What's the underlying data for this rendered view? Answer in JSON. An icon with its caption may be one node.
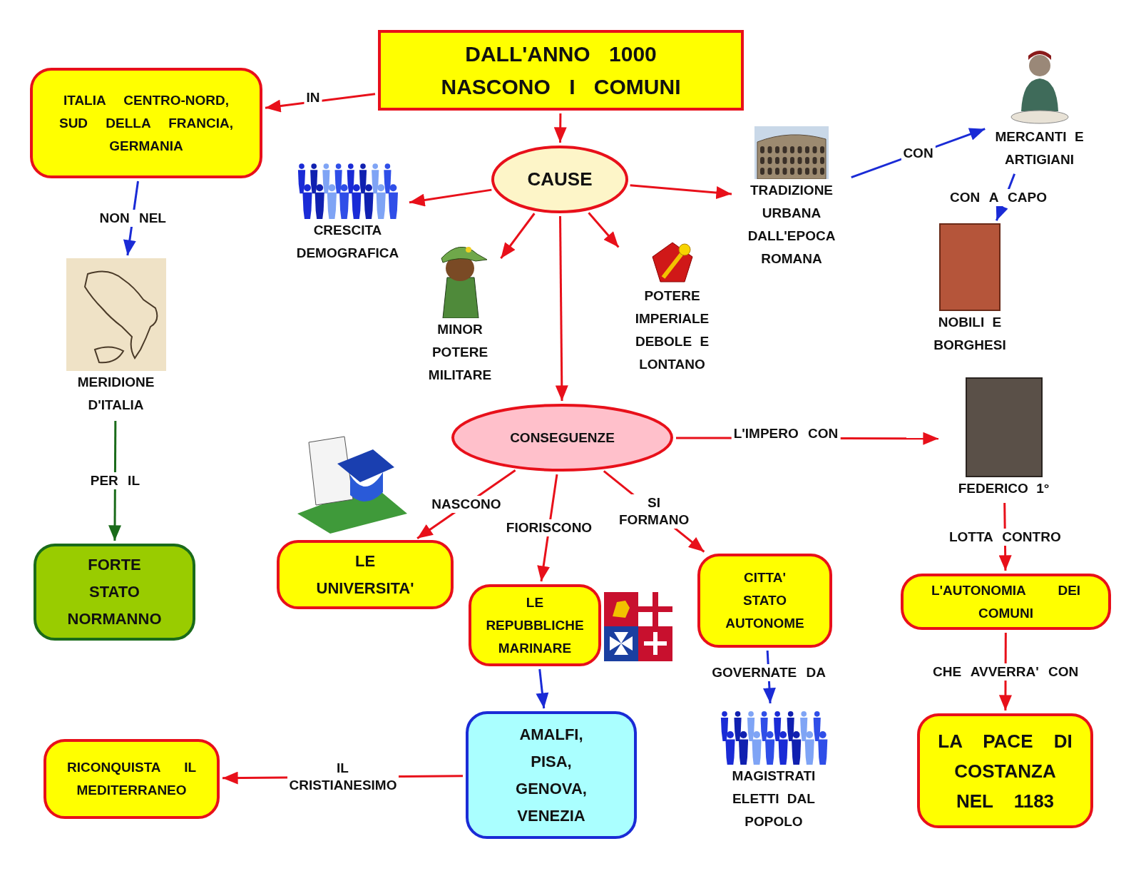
{
  "diagram": {
    "nodes": [
      {
        "text": [
          "DALL'ANNO 1000 NASCONO I COMUNI"
        ]
      },
      {
        "text": [
          "ITALIA CENTRO-NORD, SUD DELLA FRANCIA, GERMANIA"
        ]
      },
      {
        "text": [
          "CAUSE"
        ]
      },
      {
        "text": [
          "CRESCITA DEMOGRAFICA"
        ]
      },
      {
        "text": [
          "MINOR POTERE MILITARE"
        ]
      },
      {
        "text": [
          "POTERE IMPERIALE DEBOLE E LONTANO"
        ]
      },
      {
        "text": [
          "TRADIZIONE URBANA DALL'EPOCA ROMANA"
        ]
      },
      {
        "text": [
          "MERCANTI E ARTIGIANI"
        ]
      },
      {
        "text": [
          "NOBILI E BORGHESI"
        ]
      },
      {
        "text": [
          "CONSEGUENZE"
        ]
      },
      {
        "text": [
          "FEDERICO 1°"
        ]
      },
      {
        "text": [
          "L'AUTONOMIA DEI COMUNI"
        ]
      },
      {
        "text": [
          "LA PACE DI COSTANZA NEL 1183"
        ]
      },
      {
        "text": [
          "LE UNIVERSITA'"
        ]
      },
      {
        "text": [
          "LE REPUBBLICHE MARINARE"
        ]
      },
      {
        "text": [
          "CITTA' STATO AUTONOME"
        ]
      },
      {
        "text": [
          "MAGISTRATI ELETTI DAL POPOLO"
        ]
      },
      {
        "text": [
          "AMALFI, PISA, GENOVA, VENEZIA"
        ]
      },
      {
        "text": [
          "RICONQUISTA IL MEDITERRANEO"
        ]
      },
      {
        "text": [
          "MERIDIONE D'ITALIA"
        ]
      },
      {
        "text": [
          "FORTE STATO NORMANNO"
        ]
      }
    ],
    "edges": [
      {
        "from": 0,
        "to": 1,
        "arrow": "to",
        "label": "IN"
      },
      {
        "from": 0,
        "to": 2,
        "arrow": "to"
      },
      {
        "from": 1,
        "to": 19,
        "arrow": "to",
        "label": "NON NEL",
        "color": "#1a2bd6"
      },
      {
        "from": 19,
        "to": 20,
        "arrow": "to",
        "label": "PER IL",
        "color": "#1a6b1a"
      },
      {
        "from": 2,
        "to": 3,
        "arrow": "to"
      },
      {
        "from": 2,
        "to": 4,
        "arrow": "to"
      },
      {
        "from": 2,
        "to": 5,
        "arrow": "to"
      },
      {
        "from": 2,
        "to": 6,
        "arrow": "to"
      },
      {
        "from": 6,
        "to": 7,
        "arrow": "to",
        "label": "CON",
        "color": "#1a2bd6"
      },
      {
        "from": 7,
        "to": 8,
        "arrow": "to",
        "label": "CON A CAPO",
        "color": "#1a2bd6"
      },
      {
        "from": 2,
        "to": 9,
        "arrow": "to"
      },
      {
        "from": 9,
        "to": 10,
        "arrow": "to",
        "label": "L'IMPERO CON"
      },
      {
        "from": 10,
        "to": 11,
        "arrow": "to",
        "label": "LOTTA CONTRO"
      },
      {
        "from": 11,
        "to": 12,
        "arrow": "to",
        "label": "CHE AVVERRA' CON"
      },
      {
        "from": 9,
        "to": 13,
        "arrow": "to",
        "label": "NASCONO"
      },
      {
        "from": 9,
        "to": 14,
        "arrow": "to",
        "label": "FIORISCONO"
      },
      {
        "from": 9,
        "to": 15,
        "arrow": "to",
        "label": "SI FORMANO"
      },
      {
        "from": 15,
        "to": 16,
        "arrow": "to",
        "label": "GOVERNATE DA",
        "color": "#1a2bd6"
      },
      {
        "from": 14,
        "to": 17,
        "arrow": "to",
        "color": "#1a2bd6"
      },
      {
        "from": 17,
        "to": 18,
        "arrow": "to",
        "label": "IL CRISTIANESIMO"
      }
    ]
  }
}
